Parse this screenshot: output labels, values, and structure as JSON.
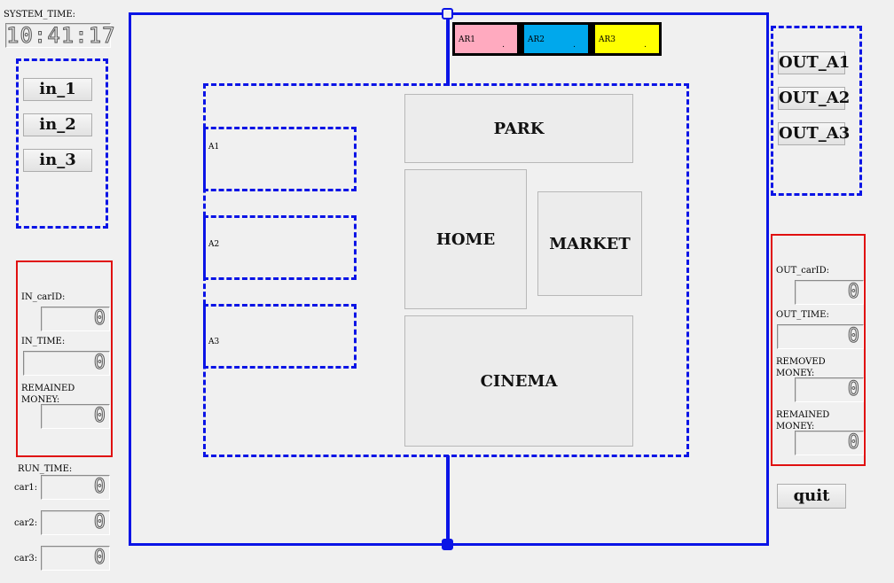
{
  "system_time": {
    "label": "SYSTEM_TIME:",
    "value": "10:41:17"
  },
  "in_buttons": [
    "in_1",
    "in_2",
    "in_3"
  ],
  "out_buttons": [
    "OUT_A1",
    "OUT_A2",
    "OUT_A3"
  ],
  "in_panel": {
    "car_id_label": "IN_carID:",
    "car_id_value": "0",
    "time_label": "IN_TIME:",
    "time_value": "0",
    "remained_label_1": "REMAINED",
    "remained_label_2": "MONEY:",
    "remained_value": "0"
  },
  "out_panel": {
    "car_id_label": "OUT_carID:",
    "car_id_value": "0",
    "time_label": "OUT_TIME:",
    "time_value": "0",
    "removed_label_1": "REMOVED",
    "removed_label_2": "MONEY:",
    "removed_value": "0",
    "remained_label_1": "REMAINED",
    "remained_label_2": "MONEY:",
    "remained_value": "0"
  },
  "run_time": {
    "label": "RUN_TIME:",
    "cars": [
      {
        "label": "car1:",
        "value": "0"
      },
      {
        "label": "car2:",
        "value": "0"
      },
      {
        "label": "car3:",
        "value": "0"
      }
    ]
  },
  "areas": {
    "a1": "A1",
    "a2": "A2",
    "a3": "A3"
  },
  "ar_indicators": [
    {
      "label": "AR1",
      "dot": ".",
      "color": "#ffaabf"
    },
    {
      "label": "AR2",
      "dot": ".",
      "color": "#00a8ec"
    },
    {
      "label": "AR3",
      "dot": ".",
      "color": "#ffff00"
    }
  ],
  "zones": {
    "park": "PARK",
    "home": "HOME",
    "market": "MARKET",
    "cinema": "CINEMA"
  },
  "quit_label": "quit",
  "colors": {
    "road": "#0a14e6",
    "panel_border": "#e01010"
  }
}
